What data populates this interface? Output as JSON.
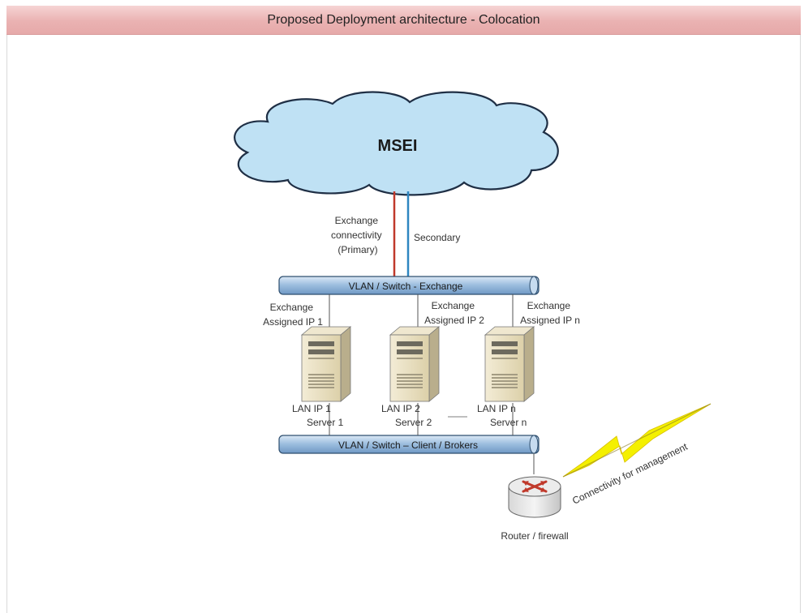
{
  "header": {
    "title": "Proposed Deployment architecture - Colocation"
  },
  "diagram": {
    "cloud_label": "MSEI",
    "primary_link": [
      "Exchange",
      "connectivity",
      "(Primary)"
    ],
    "secondary_link": "Secondary",
    "exchange_switch": "VLAN / Switch - Exchange",
    "client_switch": "VLAN / Switch – Client / Brokers",
    "servers": [
      {
        "ip_label": [
          "Exchange",
          "Assigned IP 1"
        ],
        "lan_label": "LAN IP 1",
        "name": "Server 1"
      },
      {
        "ip_label": [
          "Exchange",
          "Assigned IP 2"
        ],
        "lan_label": "LAN IP 2",
        "name": "Server 2"
      },
      {
        "ip_label": [
          "Exchange",
          "Assigned IP n"
        ],
        "lan_label": "LAN IP n",
        "name": "Server n"
      }
    ],
    "management_link": "Connectivity for management",
    "router_label": "Router / firewall",
    "colors": {
      "primary": "#c0392b",
      "secondary": "#2e86c1",
      "cloud": "#bde0f2",
      "pipe": "#8fb4d8",
      "title_bar": "#eab2b2"
    }
  }
}
